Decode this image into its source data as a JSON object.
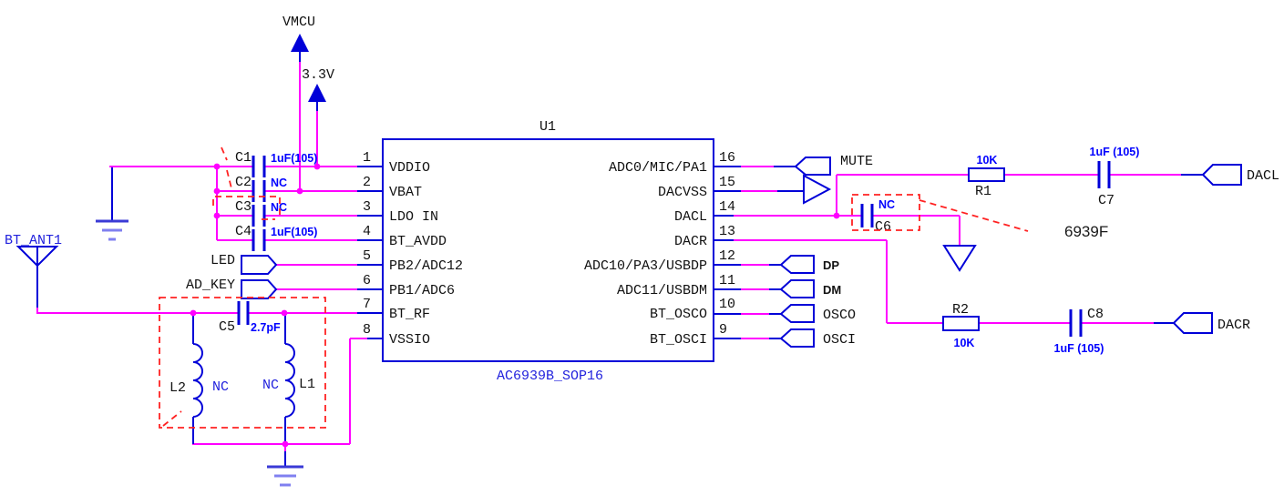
{
  "colors": {
    "wire": "#ff00ff",
    "symbol": "#0000d8",
    "value_text": "#0000ff",
    "label_text": "#111111",
    "annotation": "#ff2222"
  },
  "power_flags": {
    "vmcu": "VMCU",
    "v33": "3.3V"
  },
  "antenna": {
    "label": "BT_ANT1"
  },
  "chip": {
    "ref": "U1",
    "part": "AC6939B_SOP16",
    "left_pins": [
      {
        "num": "1",
        "name": "VDDIO"
      },
      {
        "num": "2",
        "name": "VBAT"
      },
      {
        "num": "3",
        "name": "LDO IN"
      },
      {
        "num": "4",
        "name": "BT_AVDD"
      },
      {
        "num": "5",
        "name": "PB2/ADC12"
      },
      {
        "num": "6",
        "name": "PB1/ADC6"
      },
      {
        "num": "7",
        "name": "BT_RF"
      },
      {
        "num": "8",
        "name": "VSSIO"
      }
    ],
    "right_pins": [
      {
        "num": "16",
        "name": "ADC0/MIC/PA1"
      },
      {
        "num": "15",
        "name": "DACVSS"
      },
      {
        "num": "14",
        "name": "DACL"
      },
      {
        "num": "13",
        "name": "DACR"
      },
      {
        "num": "12",
        "name": "ADC10/PA3/USBDP"
      },
      {
        "num": "11",
        "name": "ADC11/USBDM"
      },
      {
        "num": "10",
        "name": "BT_OSCO"
      },
      {
        "num": "9",
        "name": "BT_OSCI"
      }
    ]
  },
  "capacitors": {
    "c1": {
      "ref": "C1",
      "value": "1uF(105)"
    },
    "c2": {
      "ref": "C2",
      "value": "NC"
    },
    "c3": {
      "ref": "C3",
      "value": "NC"
    },
    "c4": {
      "ref": "C4",
      "value": "1uF(105)"
    },
    "c5": {
      "ref": "C5",
      "value": "2.7pF"
    },
    "c6": {
      "ref": "C6",
      "value": "NC"
    },
    "c7": {
      "ref": "C7",
      "value": "1uF (105)"
    },
    "c8": {
      "ref": "C8",
      "value": "1uF (105)"
    }
  },
  "resistors": {
    "r1": {
      "ref": "R1",
      "value": "10K"
    },
    "r2": {
      "ref": "R2",
      "value": "10K"
    }
  },
  "inductors": {
    "l1": {
      "ref": "L1",
      "value": "NC"
    },
    "l2": {
      "ref": "L2",
      "value": "NC"
    }
  },
  "ports": {
    "led": "LED",
    "ad_key": "AD_KEY",
    "mute": "MUTE",
    "dp": "DP",
    "dm": "DM",
    "osco": "OSCO",
    "osci": "OSCI",
    "dacl": "DACL",
    "dacr": "DACR"
  },
  "note": "6939F"
}
